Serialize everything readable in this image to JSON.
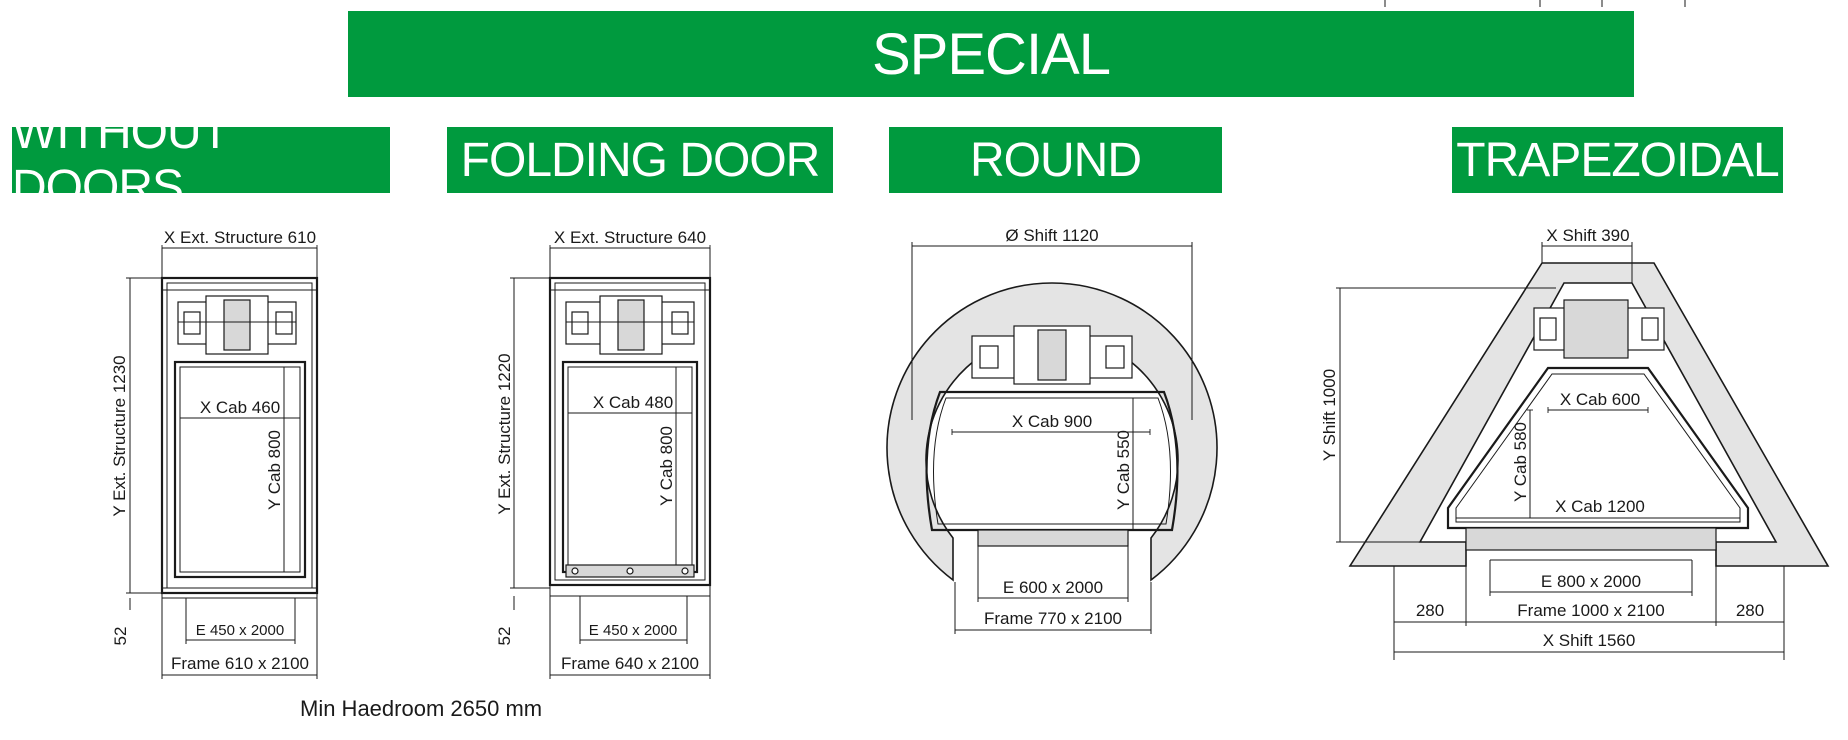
{
  "header": {
    "title": "SPECIAL"
  },
  "sections": [
    {
      "title": "WITHOUT DOORS",
      "labels": {
        "x_ext": "X Ext. Structure 610",
        "y_ext": "Y Ext. Structure 1230",
        "x_cab": "X Cab 460",
        "y_cab": "Y Cab 800",
        "entrance": "E 450 x 2000",
        "frame": "Frame 610 x 2100",
        "offset": "52"
      }
    },
    {
      "title": "FOLDING DOOR",
      "labels": {
        "x_ext": "X Ext. Structure 640",
        "y_ext": "Y Ext. Structure 1220",
        "x_cab": "X Cab 480",
        "y_cab": "Y Cab 800",
        "entrance": "E 450 x 2000",
        "frame": "Frame 640 x 2100",
        "offset": "52"
      }
    },
    {
      "title": "ROUND",
      "labels": {
        "shift": "Ø Shift 1120",
        "x_cab": "X Cab 900",
        "y_cab": "Y Cab 550",
        "entrance": "E 600 x 2000",
        "frame": "Frame 770 x 2100"
      }
    },
    {
      "title": "TRAPEZOIDAL",
      "labels": {
        "x_shift_top": "X Shift 390",
        "y_shift": "Y Shift 1000",
        "x_cab_top": "X Cab 600",
        "y_cab": "Y Cab 580",
        "x_cab_bottom": "X Cab 1200",
        "entrance": "E 800 x 2000",
        "frame": "Frame 1000 x 2100",
        "side_left": "280",
        "side_right": "280",
        "x_shift_bottom": "X Shift 1560"
      }
    }
  ],
  "footer": {
    "headroom": "Min Haedroom 2650 mm"
  }
}
